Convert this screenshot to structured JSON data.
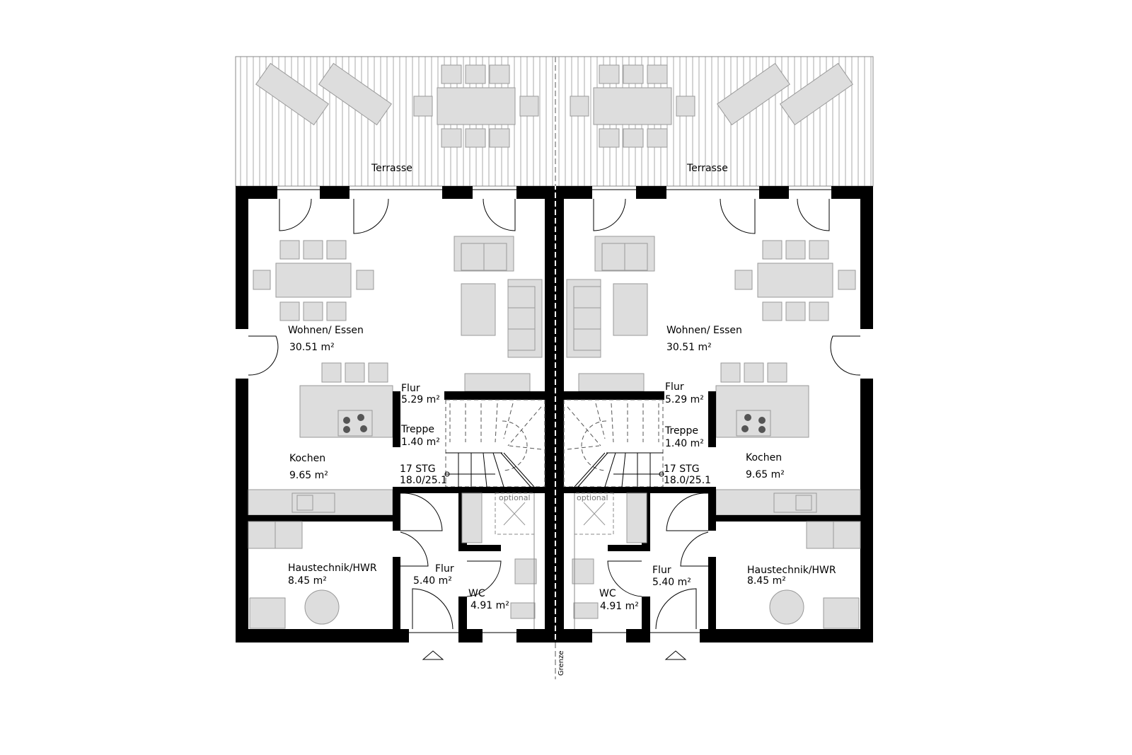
{
  "plan": {
    "boundary_label": "Grenze",
    "units": [
      {
        "terrace": "Terrasse",
        "living": {
          "name": "Wohnen/ Essen",
          "area": "30.51 m²"
        },
        "hall_upper": {
          "name": "Flur",
          "area": "5.29 m²"
        },
        "stairs": {
          "name": "Treppe",
          "area": "1.40 m²",
          "steps": "17 STG",
          "ratio": "18.0/25.1"
        },
        "kitchen": {
          "name": "Kochen",
          "area": "9.65 m²"
        },
        "utility": {
          "name": "Haustechnik/HWR",
          "area": "8.45 m²"
        },
        "hall_lower": {
          "name": "Flur",
          "area": "5.40 m²"
        },
        "wc": {
          "name": "WC",
          "area": "4.91 m²",
          "shower_note": "optional"
        }
      },
      {
        "terrace": "Terrasse",
        "living": {
          "name": "Wohnen/ Essen",
          "area": "30.51 m²"
        },
        "hall_upper": {
          "name": "Flur",
          "area": "5.29 m²"
        },
        "stairs": {
          "name": "Treppe",
          "area": "1.40 m²",
          "steps": "17 STG",
          "ratio": "18.0/25.1"
        },
        "kitchen": {
          "name": "Kochen",
          "area": "9.65 m²"
        },
        "utility": {
          "name": "Haustechnik/HWR",
          "area": "8.45 m²"
        },
        "hall_lower": {
          "name": "Flur",
          "area": "5.40 m²"
        },
        "wc": {
          "name": "WC",
          "area": "4.91 m²",
          "shower_note": "optional"
        }
      }
    ]
  }
}
